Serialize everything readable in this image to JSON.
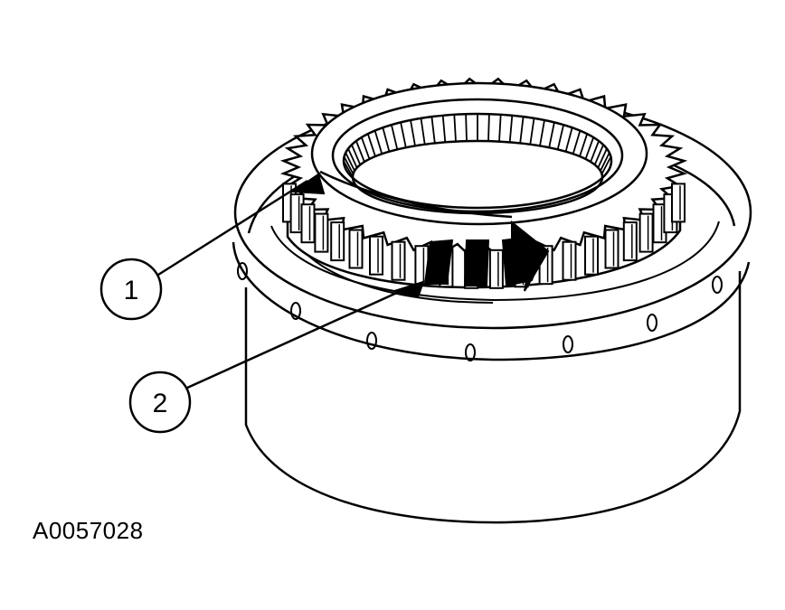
{
  "figure": {
    "id_label": "A0057028",
    "line_color": "#000000",
    "background_color": "#ffffff"
  },
  "callouts": [
    {
      "number": "1"
    },
    {
      "number": "2"
    }
  ]
}
